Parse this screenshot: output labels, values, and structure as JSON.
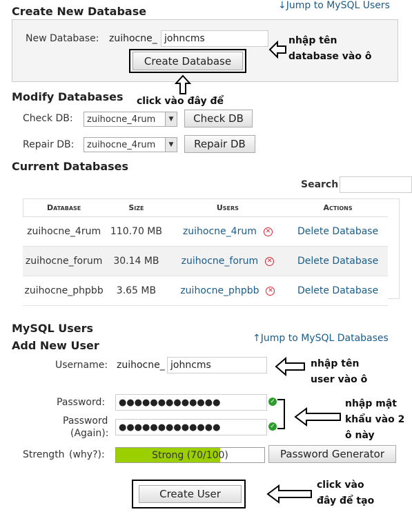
{
  "create": {
    "title": "Create New Database",
    "jump_link": "↓Jump to MySQL Users",
    "label": "New Database:",
    "prefix": "zuihocne_",
    "value": "johncms",
    "button": "Create Database",
    "note": "nhập tên\ndatabase vào ô",
    "click_note": "click vào đây để"
  },
  "modify": {
    "title": "Modify Databases",
    "check_label": "Check DB:",
    "check_value": "zuihocne_4rum",
    "check_button": "Check DB",
    "repair_label": "Repair DB:",
    "repair_value": "zuihocne_4rum",
    "repair_button": "Repair DB"
  },
  "current": {
    "title": "Current Databases",
    "search_label": "Search",
    "columns": [
      "Database",
      "Size",
      "Users",
      "Actions"
    ],
    "rows": [
      {
        "database": "zuihocne_4rum",
        "size": "110.70 MB",
        "users": "zuihocne_4rum",
        "action": "Delete Database"
      },
      {
        "database": "zuihocne_forum",
        "size": "30.14 MB",
        "users": "zuihocne_forum",
        "action": "Delete Database"
      },
      {
        "database": "zuihocne_phpbb",
        "size": "3.65 MB",
        "users": "zuihocne_phpbb",
        "action": "Delete Database"
      }
    ]
  },
  "users": {
    "title": "MySQL Users",
    "add_title": "Add New User",
    "jump_link": "↑Jump to MySQL Databases",
    "username_label": "Username:",
    "prefix": "zuihocne_",
    "username_value": "johncms",
    "password_label": "Password:",
    "password_again_label_1": "Password",
    "password_again_label_2": "(Again):",
    "password_value": "●●●●●●●●●●●●●",
    "strength_label": "Strength",
    "why_link": "(why?):",
    "strength_text": "Strong (70/100)",
    "strength_percent": 70,
    "generator_button": "Password Generator",
    "create_button": "Create User",
    "note_username": "nhập tên\nuser vào ô",
    "note_password": "nhập mật\nkhẩu vào 2\nô này",
    "note_create": "click vào\nđây để tạo"
  },
  "colors": {
    "link": "#1a5c8a",
    "strength_fill": "#9ccf00",
    "delete_icon": "#d22233",
    "valid_icon": "#2a9d2a"
  }
}
